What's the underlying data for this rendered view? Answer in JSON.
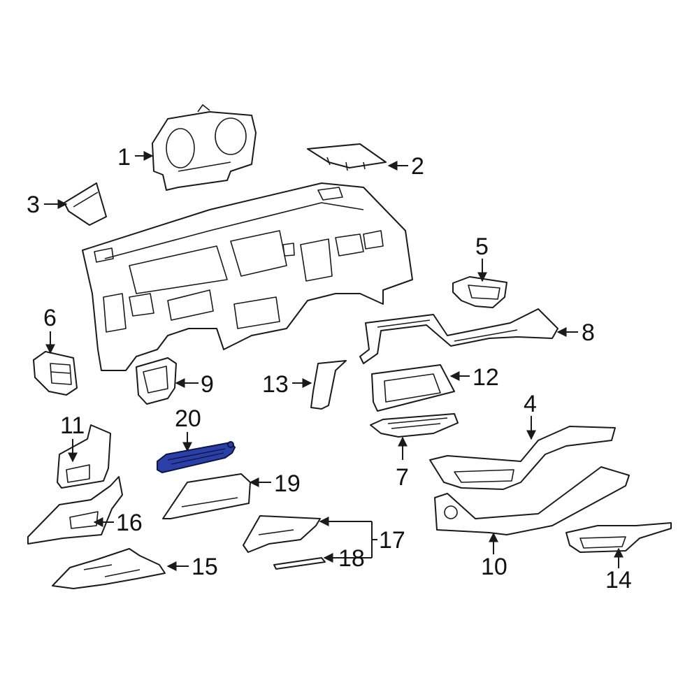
{
  "diagram": {
    "highlight_color": "#2b3fa8",
    "line_color": "#1a1a1a",
    "callouts": [
      "1",
      "2",
      "3",
      "4",
      "5",
      "6",
      "7",
      "8",
      "9",
      "10",
      "11",
      "12",
      "13",
      "14",
      "15",
      "16",
      "17",
      "18",
      "19",
      "20"
    ]
  }
}
